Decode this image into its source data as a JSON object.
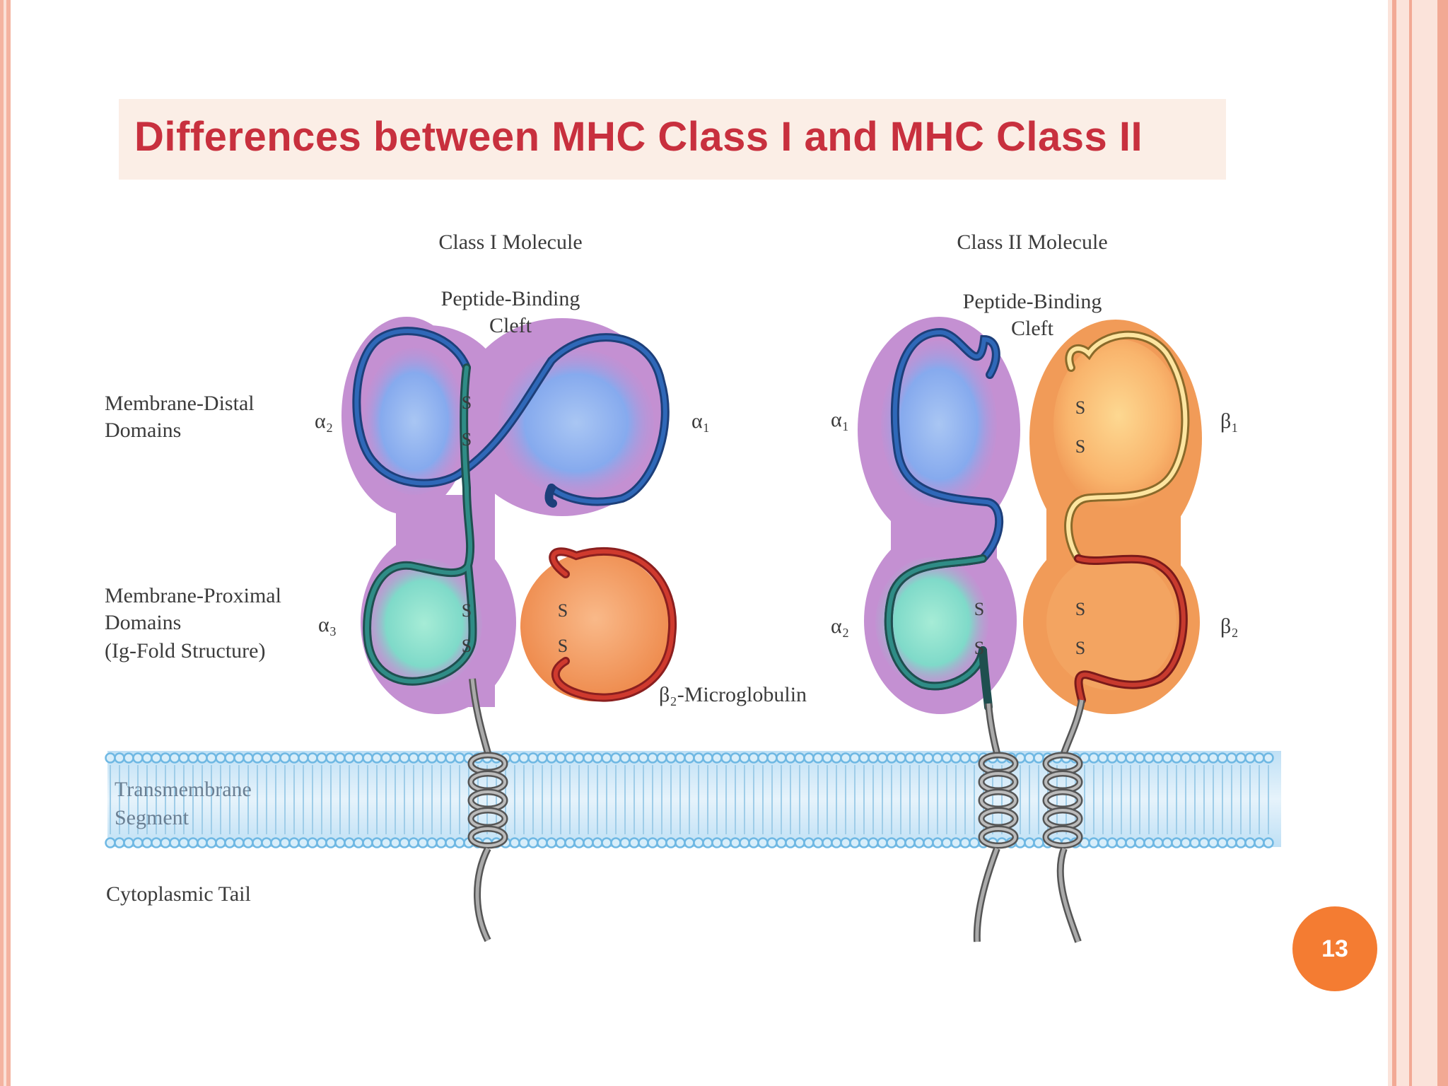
{
  "title": "Differences between MHC Class I and MHC Class II",
  "page_number": "13",
  "labels": {
    "class1": "Class I Molecule",
    "class2": "Class II Molecule",
    "cleft_line1": "Peptide-Binding",
    "cleft_line2": "Cleft",
    "distal_line1": "Membrane-Distal",
    "distal_line2": "Domains",
    "proximal_line1": "Membrane-Proximal",
    "proximal_line2": "Domains",
    "proximal_line3": "(Ig-Fold Structure)",
    "transmembrane_line1": "Transmembrane",
    "transmembrane_line2": "Segment",
    "cytoplasmic": "Cytoplasmic Tail",
    "b2m": "β₂-Microglobulin",
    "class1_a2": "α₂",
    "class1_a1": "α₁",
    "class1_a3": "α₃",
    "class2_a1": "α₁",
    "class2_a2": "α₂",
    "class2_b1": "β₁",
    "class2_b2": "β₂",
    "disulfide_s": "S"
  },
  "colors": {
    "title": "#c8303e",
    "alpha_domain": "#c490d2",
    "alpha_distal_core": "#7fa8ec",
    "alpha_proximal_core": "#7fe0cc",
    "beta_domain": "#f19b58",
    "beta_core": "#fbc880",
    "membrane": "#9ccfef",
    "badge": "#f47c32"
  }
}
